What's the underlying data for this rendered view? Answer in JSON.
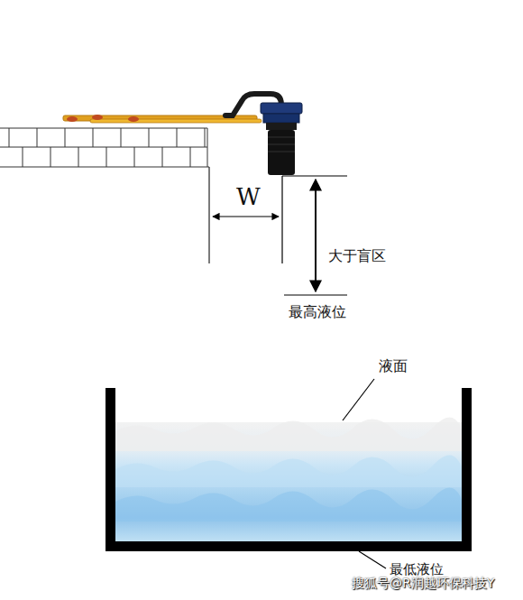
{
  "diagram": {
    "labels": [
      "W",
      "大于盲区",
      "最高液位",
      "液面",
      "最低液位",
      "搜狐号@R润越环保科技Y"
    ]
  }
}
